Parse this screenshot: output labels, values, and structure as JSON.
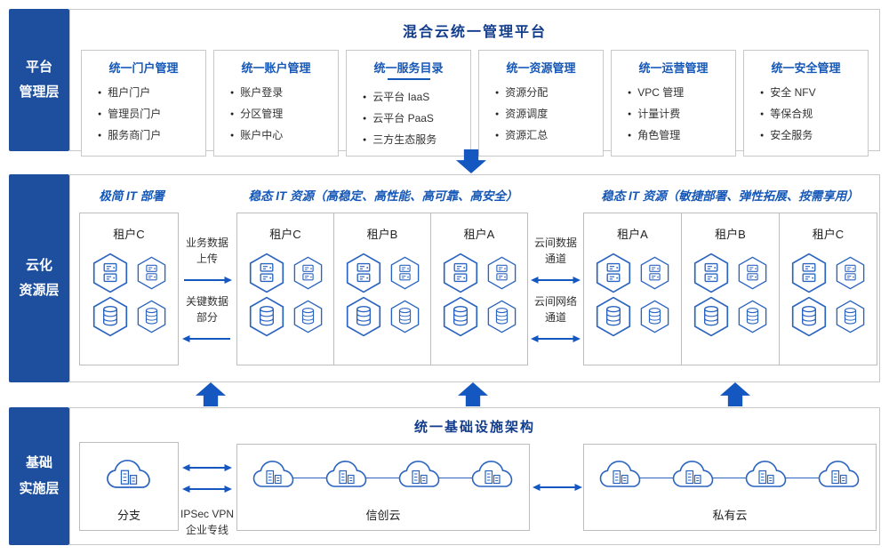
{
  "colors": {
    "accent": "#1557c0",
    "layer_label_bg": "#1d4f9e",
    "title_navy": "#123c8c",
    "module_blue": "#1658b8",
    "icon_blue": "#2a64c0"
  },
  "icons": {
    "server": "server-hexagon",
    "database": "database-hexagon",
    "cloud": "cloud-node",
    "flow": "block-arrow"
  },
  "platform": {
    "layer_label": "平台\n管理层",
    "title": "混合云统一管理平台",
    "modules": [
      {
        "title": "统一门户管理",
        "items": [
          "租户门户",
          "管理员门户",
          "服务商门户"
        ]
      },
      {
        "title": "统一账户管理",
        "items": [
          "账户登录",
          "分区管理",
          "账户中心"
        ]
      },
      {
        "title": "统一服务目录",
        "items": [
          "云平台 IaaS",
          "云平台 PaaS",
          "三方生态服务"
        ]
      },
      {
        "title": "统一资源管理",
        "items": [
          "资源分配",
          "资源调度",
          "资源汇总"
        ]
      },
      {
        "title": "统一运营管理",
        "items": [
          "VPC 管理",
          "计量计费",
          "角色管理"
        ]
      },
      {
        "title": "统一安全管理",
        "items": [
          "安全 NFV",
          "等保合规",
          "安全服务"
        ]
      }
    ]
  },
  "cloud": {
    "layer_label": "云化\n资源层",
    "group1": {
      "title": "极简 IT 部署",
      "tenants": [
        "租户C"
      ]
    },
    "group2": {
      "title": "稳态 IT 资源（高稳定、高性能、高可靠、高安全）",
      "tenants": [
        "租户C",
        "租户B",
        "租户A"
      ]
    },
    "group3": {
      "title": "稳态 IT 资源（敏捷部署、弹性拓展、按需享用）",
      "tenants": [
        "租户A",
        "租户B",
        "租户C"
      ]
    },
    "link1": {
      "top": "业务数据\n上传",
      "bottom": "关键数据\n部分"
    },
    "link2": {
      "top": "云间数据\n通道",
      "bottom": "云间网络\n通道"
    }
  },
  "infra": {
    "layer_label": "基础\n实施层",
    "title": "统一基础设施架构",
    "branch": "分支",
    "vpn": "IPSec VPN\n企业专线",
    "xinchuang": "信创云",
    "private": "私有云"
  }
}
